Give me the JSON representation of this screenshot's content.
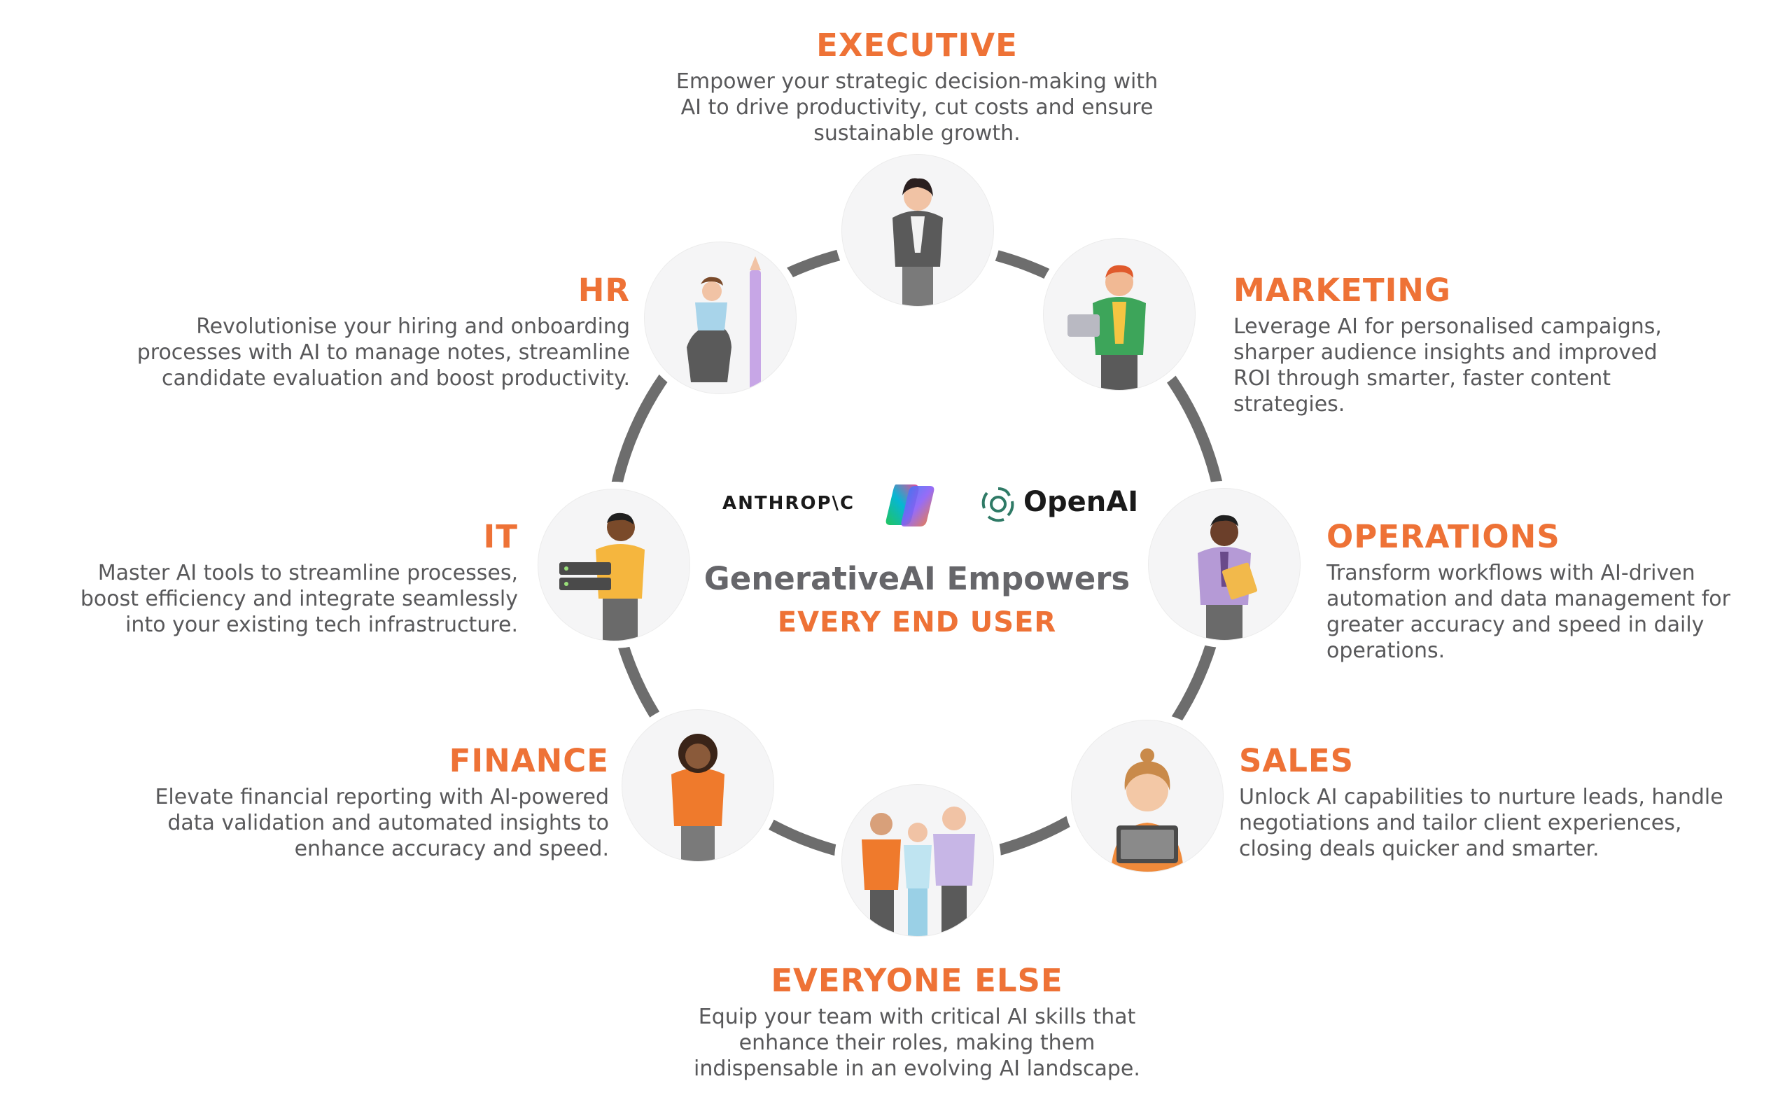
{
  "hub": {
    "title": "GenerativeAI Empowers",
    "subtitle": "EVERY END USER",
    "logos": {
      "anthropic": "ANTHROP\\C",
      "openai": "OpenAI"
    }
  },
  "roles": {
    "executive": {
      "title": "EXECUTIVE",
      "text": "Empower your strategic decision-making with AI to drive productivity, cut costs and ensure sustainable growth."
    },
    "hr": {
      "title": "HR",
      "text": "Revolutionise your hiring and onboarding processes with AI to manage notes, streamline candidate evaluation and boost productivity."
    },
    "marketing": {
      "title": "MARKETING",
      "text": "Leverage AI for personalised campaigns, sharper audience insights and improved ROI through smarter, faster content strategies."
    },
    "it": {
      "title": "IT",
      "text": "Master AI tools to streamline processes, boost efficiency and integrate seamlessly into your existing tech infrastructure."
    },
    "operations": {
      "title": "OPERATIONS",
      "text": "Transform workflows with AI-driven automation and data management for greater accuracy and speed in daily operations."
    },
    "finance": {
      "title": "FINANCE",
      "text": "Elevate financial reporting with AI-powered data validation and automated insights to enhance accuracy and speed."
    },
    "sales": {
      "title": "SALES",
      "text": "Unlock AI capabilities to nurture leads, handle negotiations and tailor client experiences, closing deals quicker and smarter."
    },
    "everyone": {
      "title": "EVERYONE ELSE",
      "text": "Equip your team with critical AI skills that enhance their roles, making them indispensable in an evolving AI landscape."
    }
  },
  "colors": {
    "accent": "#ee7236",
    "ring": "#6b6b6b",
    "body_text": "#58585a",
    "circle_bg": "#f5f5f6"
  }
}
